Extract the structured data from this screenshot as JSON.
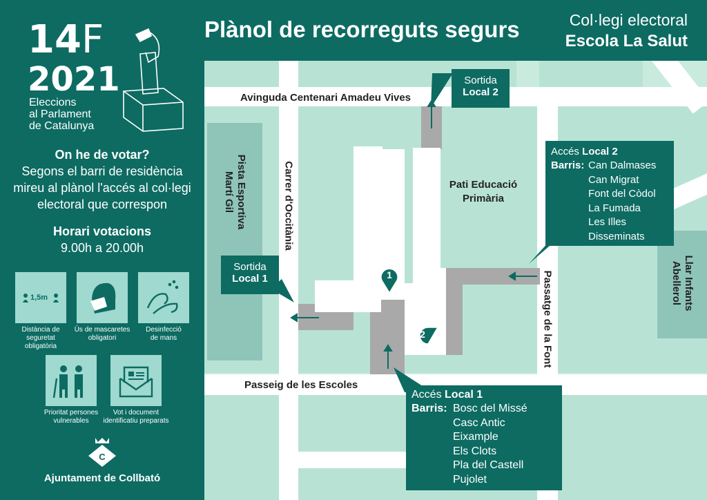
{
  "colors": {
    "primary": "#0d6b62",
    "map_bg": "#c9ebde",
    "block": "#b8e3d4",
    "park": "#8fc4b9",
    "road": "#ffffff",
    "path": "#a9a9a9",
    "tile": "#9fd9cf"
  },
  "logo": {
    "day": "14",
    "month_letter": "F",
    "year": "2021",
    "line1": "Eleccions",
    "line2": "al Parlament",
    "line3": "de Catalunya"
  },
  "sidebar": {
    "question": "On he de votar?",
    "desc_lines": [
      "Segons el barri de residència",
      "mireu al plànol l'accés al col·legi",
      "electoral que correspon"
    ],
    "schedule_title": "Horari votacions",
    "schedule_time": "9.00h a 20.00h",
    "distance_value": "1,5m",
    "tiles": [
      {
        "label_lines": [
          "Distància de",
          "seguretat",
          "obligatòria"
        ],
        "icon": "distance-icon"
      },
      {
        "label_lines": [
          "Ús de mascaretes",
          "obligatori"
        ],
        "icon": "mask-icon"
      },
      {
        "label_lines": [
          "Desinfecció",
          "de mans"
        ],
        "icon": "hands-icon"
      },
      {
        "label_lines": [
          "Prioritat persones",
          "vulnerables"
        ],
        "icon": "elderly-icon"
      },
      {
        "label_lines": [
          "Vot i document",
          "identificatiu preparats"
        ],
        "icon": "envelope-icon"
      }
    ],
    "council_letter": "C",
    "council": "Ajuntament de Collbató"
  },
  "header": {
    "title": "Plànol de recorreguts segurs",
    "col_label": "Col·legi electoral",
    "col_name": "Escola La Salut"
  },
  "map": {
    "streets": {
      "avinguda": "Avinguda Centenari Amadeu Vives",
      "carrer": "Carrer d'Occitània",
      "passeig": "Passeig de les Escoles",
      "passatge": "Passatge de la Font"
    },
    "places": {
      "pista_line1": "Pista Esportiva",
      "pista_line2": "Martí Gil",
      "pati_line1": "Pati Educació",
      "pati_line2": "Primària",
      "llar_line1": "Llar Infants",
      "llar_line2": "Abellerol"
    },
    "markers": {
      "m1": "1",
      "m2": "2"
    },
    "sortida_word": "Sortida",
    "sortida_local1": "Local 1",
    "sortida_local2": "Local 2",
    "acces_word": "Accés",
    "barris_word": "Barris:",
    "acces_local1": {
      "local": "Local 1",
      "barris": [
        "Bosc del Missé",
        "Casc Antic",
        "Eixample",
        "Els Clots",
        "Pla del Castell",
        "Pujolet"
      ]
    },
    "acces_local2": {
      "local": "Local 2",
      "barris": [
        "Can Dalmases",
        "Can Migrat",
        "Font del Còdol",
        "La Fumada",
        "Les Illes",
        "Disseminats"
      ]
    }
  }
}
